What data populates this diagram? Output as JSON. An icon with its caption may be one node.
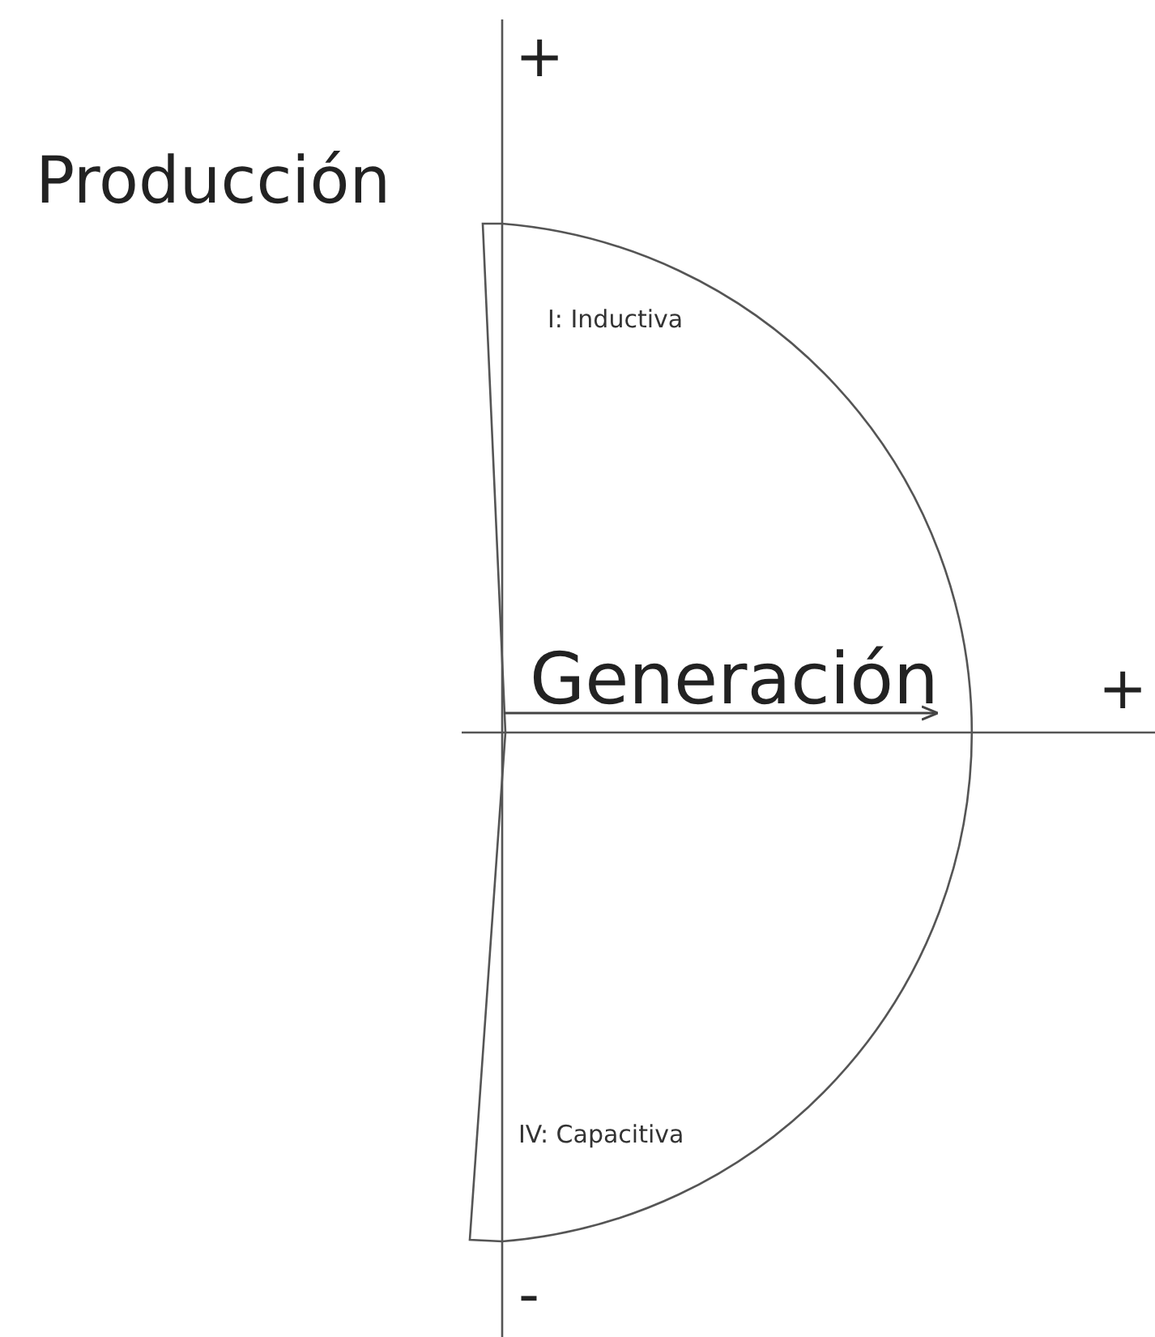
{
  "diagram": {
    "labels": [
      "+",
      "Producción",
      "I: Inductiva",
      "Generación",
      "+",
      "IV: Capacitiva",
      "-"
    ]
  }
}
